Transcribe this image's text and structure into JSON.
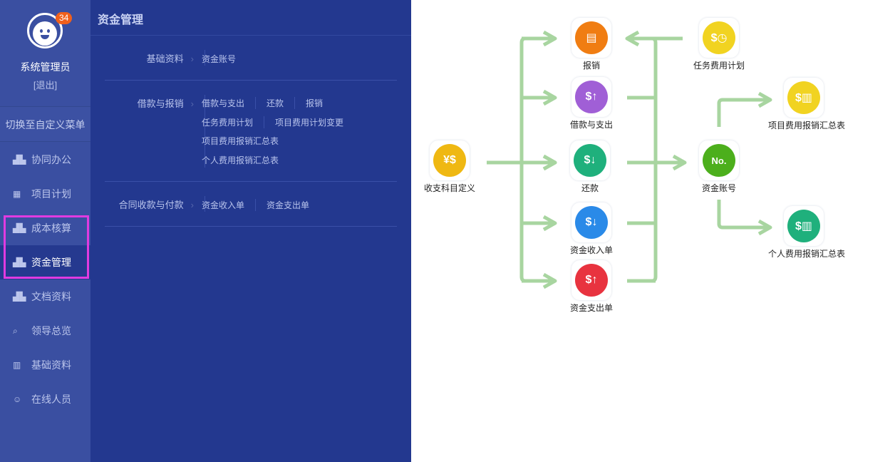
{
  "user": {
    "name": "系统管理员",
    "logout": "[退出]",
    "badge": "34"
  },
  "sidebar": {
    "switch_label": "切换至自定义菜单",
    "items": [
      {
        "label": "协同办公",
        "icon": "org-icon"
      },
      {
        "label": "项目计划",
        "icon": "calendar-icon"
      },
      {
        "label": "成本核算",
        "icon": "org-icon"
      },
      {
        "label": "资金管理",
        "icon": "org-icon",
        "active": true
      },
      {
        "label": "文档资料",
        "icon": "org-icon"
      },
      {
        "label": "领导总览",
        "icon": "search-chart-icon"
      },
      {
        "label": "基础资料",
        "icon": "books-icon"
      },
      {
        "label": "在线人员",
        "icon": "users-icon"
      }
    ]
  },
  "panel": {
    "title": "资金管理",
    "sections": [
      {
        "title": "基础资料",
        "rows": [
          [
            "资金账号"
          ]
        ]
      },
      {
        "title": "借款与报销",
        "rows": [
          [
            "借款与支出",
            "还款",
            "报销"
          ],
          [
            "任务费用计划",
            "项目费用计划变更"
          ],
          [
            "项目费用报销汇总表"
          ],
          [
            "个人费用报销汇总表"
          ]
        ]
      },
      {
        "title": "合同收款与付款",
        "rows": [
          [
            "资金收入单",
            "资金支出单"
          ]
        ]
      }
    ]
  },
  "diagram": {
    "line_color": "#a8d5a0",
    "nodes": [
      {
        "label": "收支科目定义",
        "color": "#efb812",
        "glyph": "¥$"
      },
      {
        "label": "报销",
        "color": "#f07d12",
        "glyph": "▤"
      },
      {
        "label": "借款与支出",
        "color": "#a05fd6",
        "glyph": "$↑"
      },
      {
        "label": "还款",
        "color": "#1fb07c",
        "glyph": "$↓"
      },
      {
        "label": "资金收入单",
        "color": "#2a8ae8",
        "glyph": "$↓"
      },
      {
        "label": "资金支出单",
        "color": "#e8333f",
        "glyph": "$↑"
      },
      {
        "label": "任务费用计划",
        "color": "#f1d321",
        "glyph": "$◷"
      },
      {
        "label": "资金账号",
        "color": "#4caf1c",
        "glyph": "No."
      },
      {
        "label": "项目费用报销汇总表",
        "color": "#f1d321",
        "glyph": "$▥"
      },
      {
        "label": "个人费用报销汇总表",
        "color": "#1fb07c",
        "glyph": "$▥"
      }
    ]
  }
}
